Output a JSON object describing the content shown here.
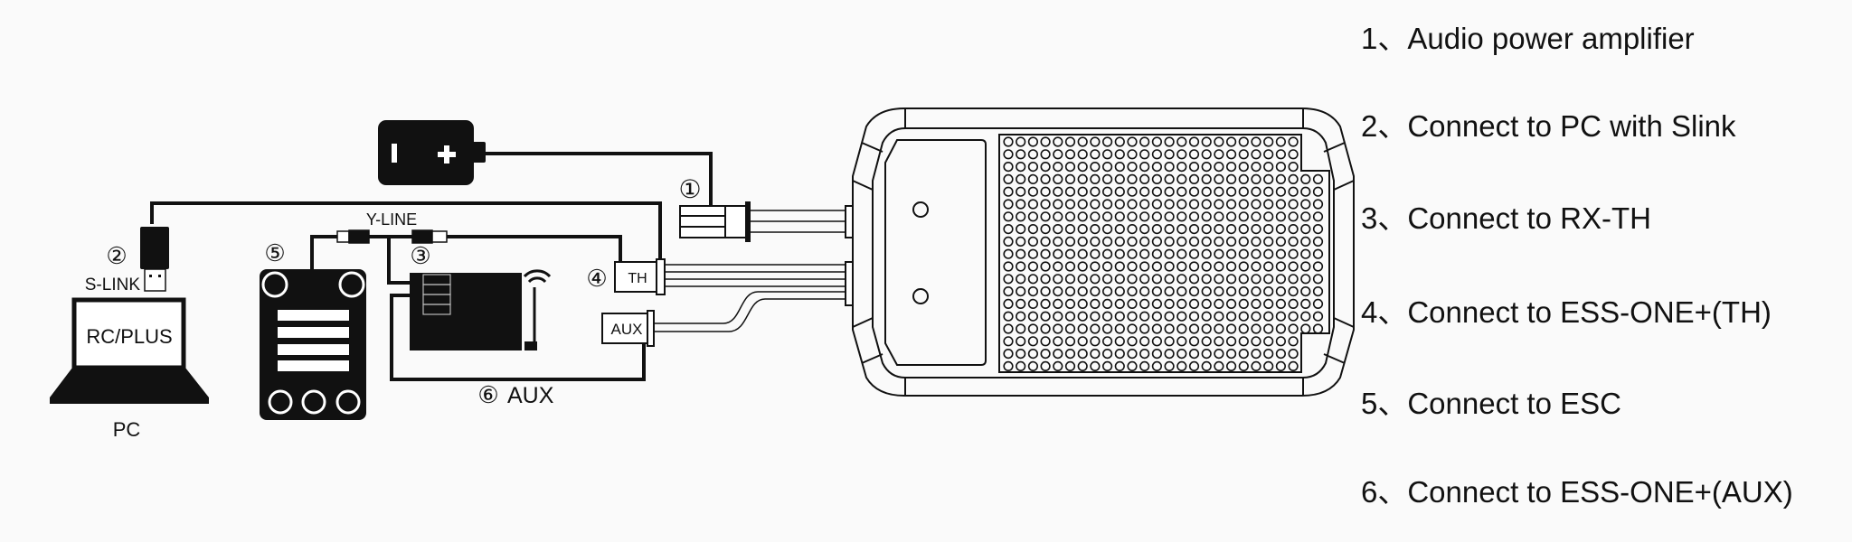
{
  "diagram": {
    "labels": {
      "circled_1": "①",
      "circled_2": "②",
      "circled_3": "③",
      "circled_4": "④",
      "circled_5": "⑤",
      "circled_6": "⑥",
      "s_link": "S-LINK",
      "y_line": "Y-LINE",
      "rc_plus": "RC/PLUS",
      "pc": "PC",
      "th": "TH",
      "aux_port": "AUX",
      "aux_wire": "AUX",
      "battery_minus": "-",
      "battery_plus": "+"
    },
    "legend": [
      "1、Audio power amplifier",
      "2、Connect to PC with Slink",
      "3、Connect to RX-TH",
      "4、Connect to ESS-ONE+(TH)",
      "5、Connect to ESC",
      "6、Connect to ESS-ONE+(AUX)"
    ],
    "colors": {
      "ink": "#111111",
      "background": "#fafafa"
    }
  }
}
